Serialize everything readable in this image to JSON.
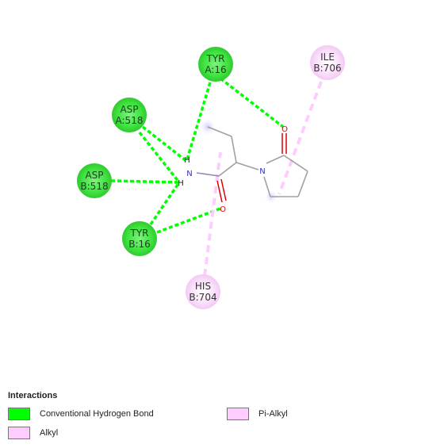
{
  "colors": {
    "hbond": "#00ff00",
    "hbond_node": "#3ee23e",
    "alkyl": "#ffccff",
    "pi_alkyl": "#ffccff",
    "bond": "#a0a0a0",
    "nitrogen": "#3030cc",
    "oxygen": "#dd0000"
  },
  "residues": [
    {
      "id": "tyr-a16",
      "name": "TYR",
      "chain": "A:16",
      "type": "hbond"
    },
    {
      "id": "asp-a518",
      "name": "ASP",
      "chain": "A:518",
      "type": "hbond"
    },
    {
      "id": "asp-b518",
      "name": "ASP",
      "chain": "B:518",
      "type": "hbond"
    },
    {
      "id": "tyr-b16",
      "name": "TYR",
      "chain": "B:16",
      "type": "hbond"
    },
    {
      "id": "ile-b706",
      "name": "ILE",
      "chain": "B:706",
      "type": "alkyl"
    },
    {
      "id": "his-b704",
      "name": "HIS",
      "chain": "B:704",
      "type": "alkyl"
    }
  ],
  "atoms": {
    "h1": "H",
    "h2": "H",
    "n_amide": "N",
    "o_amide": "O",
    "n_ring": "N",
    "o_ring": "O"
  },
  "legend": {
    "title": "Interactions",
    "items": [
      {
        "label": "Conventional Hydrogen Bond",
        "color": "#00ff00"
      },
      {
        "label": "Alkyl",
        "color": "#ffccff"
      },
      {
        "label": "Pi-Alkyl",
        "color": "#ffccff"
      }
    ]
  }
}
